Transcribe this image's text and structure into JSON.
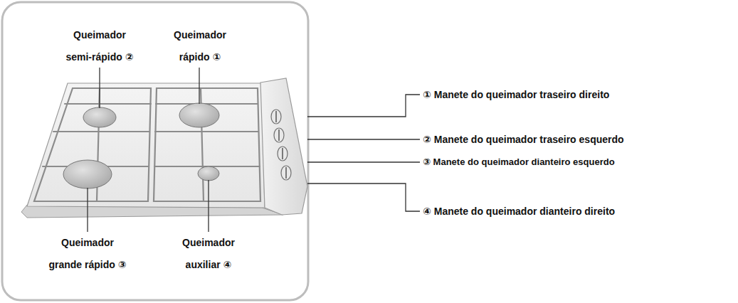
{
  "diagram": {
    "labels": [
      "Queimador semi-rápido ②",
      "Queimador rápido ①",
      "Queimador grande rápido ③",
      "Queimador auxiliar ④",
      "① Manete do queimador traseiro direito",
      "② Manete do queimador traseiro esquerdo",
      "③ Manete do queimador dianteiro esquerdo",
      "④ Manete do queimador dianteiro direito"
    ]
  }
}
